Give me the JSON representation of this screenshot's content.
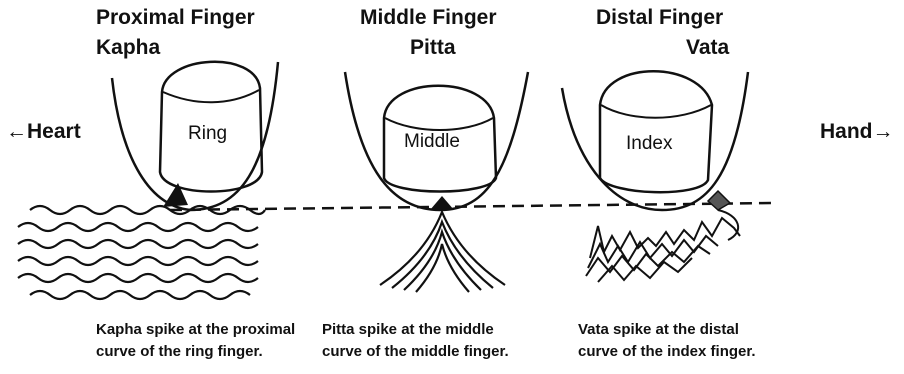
{
  "left_label": "←Heart",
  "right_label": "Hand→",
  "fingers": [
    {
      "title": "Proximal Finger",
      "dosha": "Kapha",
      "name": "Ring",
      "caption_line1": "Kapha spike at the proximal",
      "caption_line2": "curve of the ring finger."
    },
    {
      "title": "Middle Finger",
      "dosha": "Pitta",
      "name": "Middle",
      "caption_line1": "Pitta spike at the middle",
      "caption_line2": "curve of the middle finger."
    },
    {
      "title": "Distal Finger",
      "dosha": "Vata",
      "name": "Index",
      "caption_line1": "Vata spike at the distal",
      "caption_line2": "curve of the index finger."
    }
  ]
}
